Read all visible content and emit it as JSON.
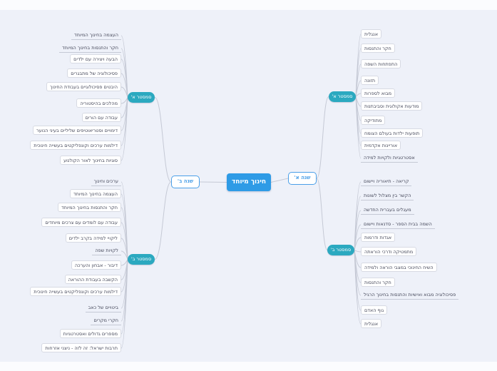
{
  "colors": {
    "background": "#eef1f9",
    "root-fill": "#2e9be6",
    "year-accent": "#4a9fe8",
    "semester-fill": "#2ba9c0",
    "connector": "#c5c9d5",
    "leaf-border": "#d7dae3",
    "leaf-text": "#45485a"
  },
  "root": {
    "label": "חינוך מיוחד"
  },
  "years": [
    {
      "id": "year-1",
      "label": "שנה א'",
      "semesters": [
        {
          "id": "sem-1a",
          "label": "סמסטר א'",
          "items": [
            {
              "label": "אנגלית",
              "style": "box"
            },
            {
              "label": "חקר והתנסות",
              "style": "box"
            },
            {
              "label": "התפתחות השפה",
              "style": "box"
            },
            {
              "label": "תזונה",
              "style": "box"
            },
            {
              "label": "מבוא לספרות",
              "style": "box"
            },
            {
              "label": "מודעות אקולוגית וסביבתנות",
              "style": "box"
            },
            {
              "label": "מתודיקה",
              "style": "box"
            },
            {
              "label": "תופעות ילדות בעולם הצומח",
              "style": "box"
            },
            {
              "label": "אוריינות אקדמית",
              "style": "box"
            },
            {
              "label": "אסטרטגיות ולקויות למידה",
              "style": "line"
            }
          ]
        },
        {
          "id": "sem-1b",
          "label": "סמסטר ב'",
          "items": [
            {
              "label": "קריאה - תיאוריה ויישום",
              "style": "line"
            },
            {
              "label": "הקשר בין מצלול לשונות",
              "style": "line"
            },
            {
              "label": "מעגלים בעברית החדשה",
              "style": "line"
            },
            {
              "label": "השמה בבית הספר - סדנאות ויישום",
              "style": "line"
            },
            {
              "label": "אגדות ודרמות",
              "style": "box"
            },
            {
              "label": "מתמטיקה ודרכי הוראתה",
              "style": "box"
            },
            {
              "label": "השיח החינוכי במצבי הוראה ולמידה",
              "style": "box"
            },
            {
              "label": "חקר והתנסות",
              "style": "box"
            },
            {
              "label": "פסיכולוגיה מבוא ואישיות והתנסות בחינוך הרגיל",
              "style": "line"
            },
            {
              "label": "גוף האדם",
              "style": "box"
            },
            {
              "label": "אנגלית",
              "style": "box"
            }
          ]
        }
      ]
    },
    {
      "id": "year-2",
      "label": "שנה ב'",
      "semesters": [
        {
          "id": "sem-2a",
          "label": "סמסטר א'",
          "items": [
            {
              "label": "העצמה בחינוך המיוחד",
              "style": "line"
            },
            {
              "label": "חקר והתנסות בחינוך המיוחד",
              "style": "line"
            },
            {
              "label": "הבעה ויצירה עם ילדים",
              "style": "box"
            },
            {
              "label": "פסיכולוגיה של מתבגרים",
              "style": "box"
            },
            {
              "label": "היבטים פסיכולוגיים בעבודת החינוך",
              "style": "box"
            },
            {
              "label": "מהלכים בהיסטוריה",
              "style": "box"
            },
            {
              "label": "עבודה עם הורים",
              "style": "box"
            },
            {
              "label": "דימויים וסטריאוטיפים שליליים בעיני הנוער",
              "style": "box"
            },
            {
              "label": "דילמות ערכים וקונפליקטים בעשייה חינוכית",
              "style": "box"
            },
            {
              "label": "סוגיות בחינוך לאור הקולנוע",
              "style": "box"
            }
          ]
        },
        {
          "id": "sem-2b",
          "label": "סמסטר ב'",
          "items": [
            {
              "label": "ערכים וחינוך",
              "style": "line"
            },
            {
              "label": "העצמה בחינוך המיוחד",
              "style": "box"
            },
            {
              "label": "חקר והתנסות בחינוך המיוחד",
              "style": "box"
            },
            {
              "label": "עבודה עם לומדים עם צרכים מיוחדים",
              "style": "box"
            },
            {
              "label": "ליקויי למידה בקרב ילדים",
              "style": "box"
            },
            {
              "label": "לקויות שפה",
              "style": "line"
            },
            {
              "label": "דיבור - אבחון והערכה",
              "style": "box"
            },
            {
              "label": "הקשבה בעבודת ההוראה",
              "style": "box"
            },
            {
              "label": "דילמות ערכים וקונפליקטים בעשייה חינוכית",
              "style": "box"
            },
            {
              "label": "ביטויים של כאב",
              "style": "line"
            },
            {
              "label": "חקרי מקרים",
              "style": "line"
            },
            {
              "label": "מספרים גדולים ואסטרטגיות",
              "style": "box"
            },
            {
              "label": "תרבות ישראל: זה לזה - ניצני אזרחות",
              "style": "box"
            }
          ]
        }
      ]
    }
  ]
}
